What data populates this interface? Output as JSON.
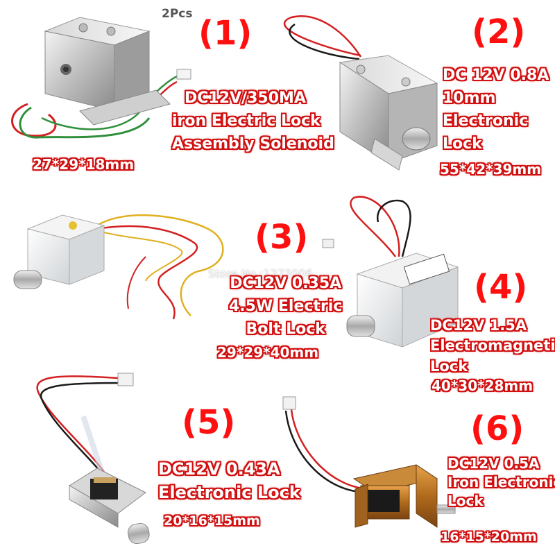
{
  "top_label": "2Pcs",
  "watermark": "Store No.:1273006",
  "products": [
    {
      "id": "1",
      "number": "(1)",
      "spec_lines": [
        "DC12V/350MA",
        "iron Electric Lock",
        "Assembly Solenoid"
      ],
      "size": "27*29*18mm"
    },
    {
      "id": "2",
      "number": "(2)",
      "spec_lines": [
        "DC 12V 0.8A",
        "10mm",
        "Electronic",
        "Lock"
      ],
      "size": "55*42*39mm"
    },
    {
      "id": "3",
      "number": "(3)",
      "spec_lines": [
        "DC12V 0.35A",
        "4.5W Electric",
        "Bolt Lock"
      ],
      "size": "29*29*40mm"
    },
    {
      "id": "4",
      "number": "(4)",
      "spec_lines": [
        "DC12V 1.5A",
        "Electromagnetic",
        "Lock"
      ],
      "size": "40*30*28mm"
    },
    {
      "id": "5",
      "number": "(5)",
      "spec_lines": [
        "DC12V 0.43A",
        "Electronic Lock"
      ],
      "size": "20*16*15mm"
    },
    {
      "id": "6",
      "number": "(6)",
      "spec_lines": [
        "DC12V 0.5A",
        "Iron Electronic",
        "Lock"
      ],
      "size": "16*15*20mm"
    }
  ],
  "colors": {
    "number_red": "#ff1010",
    "text_outline": "#d01010",
    "wire_red": "#d42020",
    "wire_black": "#1a1a1a",
    "wire_green": "#2f8f3a",
    "wire_yellow": "#e0b020"
  }
}
